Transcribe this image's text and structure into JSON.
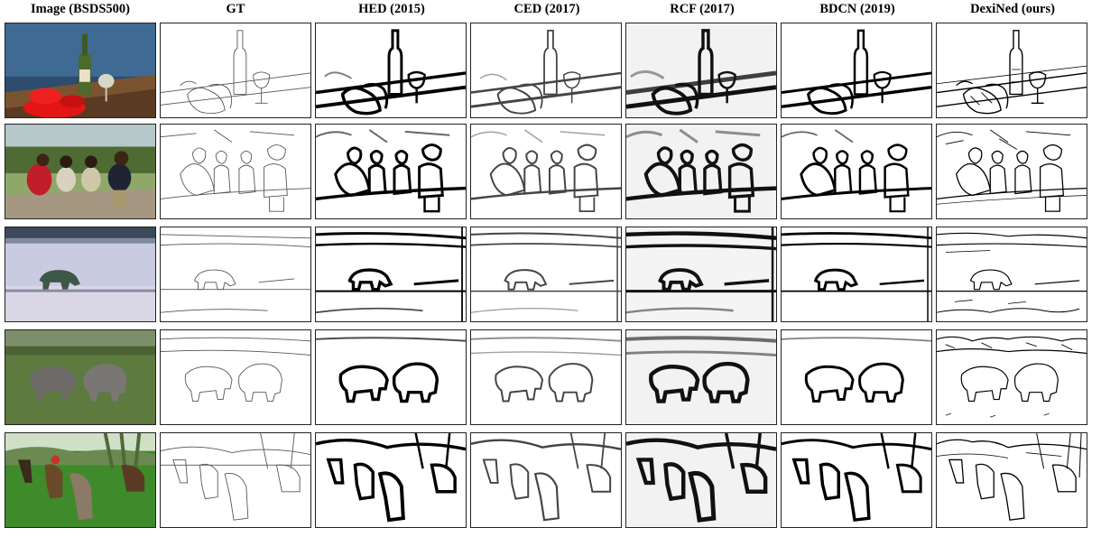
{
  "columns": [
    {
      "key": "image",
      "label": "Image (BSDS500)"
    },
    {
      "key": "gt",
      "label": "GT"
    },
    {
      "key": "hed",
      "label": "HED (2015)"
    },
    {
      "key": "ced",
      "label": "CED (2017)"
    },
    {
      "key": "rcf",
      "label": "RCF (2017)"
    },
    {
      "key": "bdcn",
      "label": "BDCN (2019)"
    },
    {
      "key": "dexined",
      "label": "DexiNed (ours)"
    }
  ],
  "rows": [
    {
      "scene": "wine-bottle-lobster"
    },
    {
      "scene": "children-on-wall"
    },
    {
      "scene": "polar-bear"
    },
    {
      "scene": "rhinos"
    },
    {
      "scene": "horse-riders"
    }
  ],
  "colors": {
    "border": "#222222",
    "edge": "#000000"
  }
}
